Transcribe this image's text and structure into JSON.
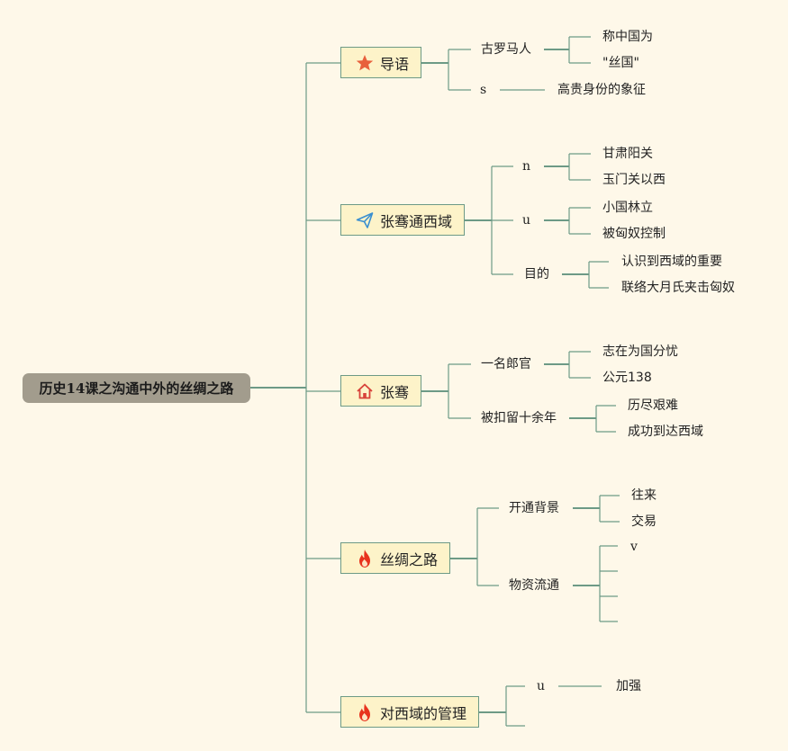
{
  "root": "历史14课之沟通中外的丝绸之路",
  "branches": [
    {
      "label": "导语",
      "icon": "star-icon",
      "items": [
        {
          "label": "古罗马人",
          "children": [
            "称中国为",
            "\"丝国\""
          ]
        },
        {
          "label": "s",
          "children": [
            "高贵身份的象征"
          ]
        }
      ]
    },
    {
      "label": "张骞通西域",
      "icon": "paper-plane-icon",
      "items": [
        {
          "label": "n",
          "children": [
            "甘肃阳关",
            "玉门关以西"
          ]
        },
        {
          "label": "u",
          "children": [
            "小国林立",
            "被匈奴控制"
          ]
        },
        {
          "label": "目的",
          "children": [
            "认识到西域的重要",
            "联络大月氏夹击匈奴"
          ]
        }
      ]
    },
    {
      "label": "张骞",
      "icon": "house-icon",
      "items": [
        {
          "label": "一名郎官",
          "children": [
            "志在为国分忧",
            "公元138"
          ]
        },
        {
          "label": "被扣留十余年",
          "children": [
            "历尽艰难",
            "成功到达西域"
          ]
        }
      ]
    },
    {
      "label": "丝绸之路",
      "icon": "flame-icon",
      "items": [
        {
          "label": "开通背景",
          "children": [
            "往来",
            "交易"
          ]
        },
        {
          "label": "物资流通",
          "children": [
            "v",
            "",
            "",
            ""
          ]
        }
      ]
    },
    {
      "label": "对西域的管理",
      "icon": "flame-icon",
      "items": [
        {
          "label": "u",
          "children": [
            "加强"
          ]
        },
        {
          "label": "",
          "children": []
        }
      ]
    }
  ],
  "colors": {
    "line": "#6d9a86",
    "background": "#fef8e9",
    "branch_fill": "#fdf3c9",
    "root_fill": "#a29c8d",
    "star": "#e8603c",
    "plane": "#3a8fd0",
    "house": "#d8423a",
    "flame": "#e8321e"
  }
}
